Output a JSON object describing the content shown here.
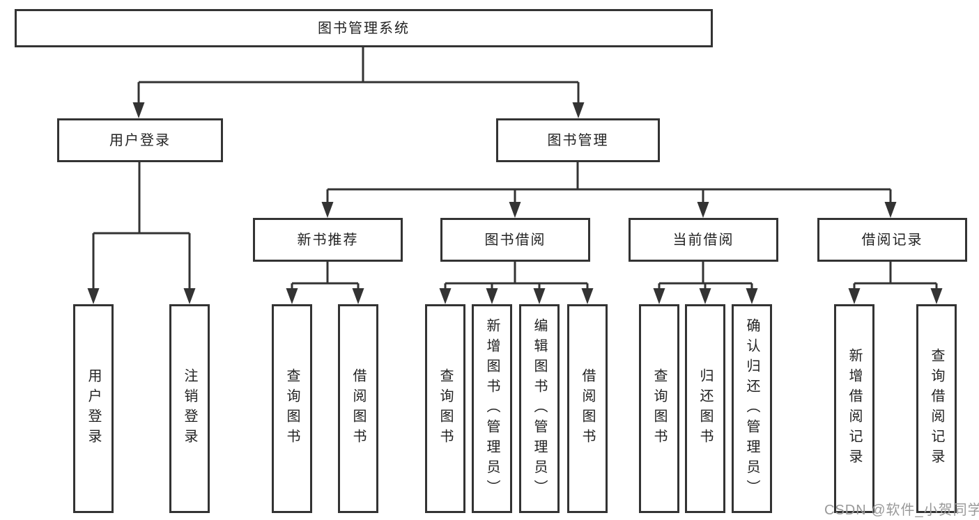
{
  "diagram": {
    "title": "图书管理系统",
    "watermark": "CSDN @软件_小贺同学",
    "colors": {
      "line": "#333333",
      "border": "#333333",
      "text": "#222222",
      "watermark": "#999999",
      "background": "#ffffff"
    },
    "nodes": {
      "root": {
        "label": "图书管理系统"
      },
      "user_login": {
        "label": "用户登录"
      },
      "book_management": {
        "label": "图书管理"
      },
      "new_book_recommend": {
        "label": "新书推荐"
      },
      "book_borrowing": {
        "label": "图书借阅"
      },
      "current_borrowing": {
        "label": "当前借阅"
      },
      "borrowing_records": {
        "label": "借阅记录"
      },
      "leaf_user_login": {
        "label": "用户登录"
      },
      "leaf_logout": {
        "label": "注销登录"
      },
      "leaf_query_books_rec": {
        "label": "查询图书"
      },
      "leaf_borrow_books_rec": {
        "label": "借阅图书"
      },
      "leaf_query_books_borrow": {
        "label": "查询图书"
      },
      "leaf_add_books_admin": {
        "label": "新增图书（管理员）"
      },
      "leaf_edit_books_admin": {
        "label": "编辑图书（管理员）"
      },
      "leaf_borrow_books": {
        "label": "借阅图书"
      },
      "leaf_query_books_current": {
        "label": "查询图书"
      },
      "leaf_return_books": {
        "label": "归还图书"
      },
      "leaf_confirm_return_admin": {
        "label": "确认归还（管理员）"
      },
      "leaf_add_borrow_record": {
        "label": "新增借阅记录"
      },
      "leaf_query_borrow_record": {
        "label": "查询借阅记录"
      }
    }
  }
}
